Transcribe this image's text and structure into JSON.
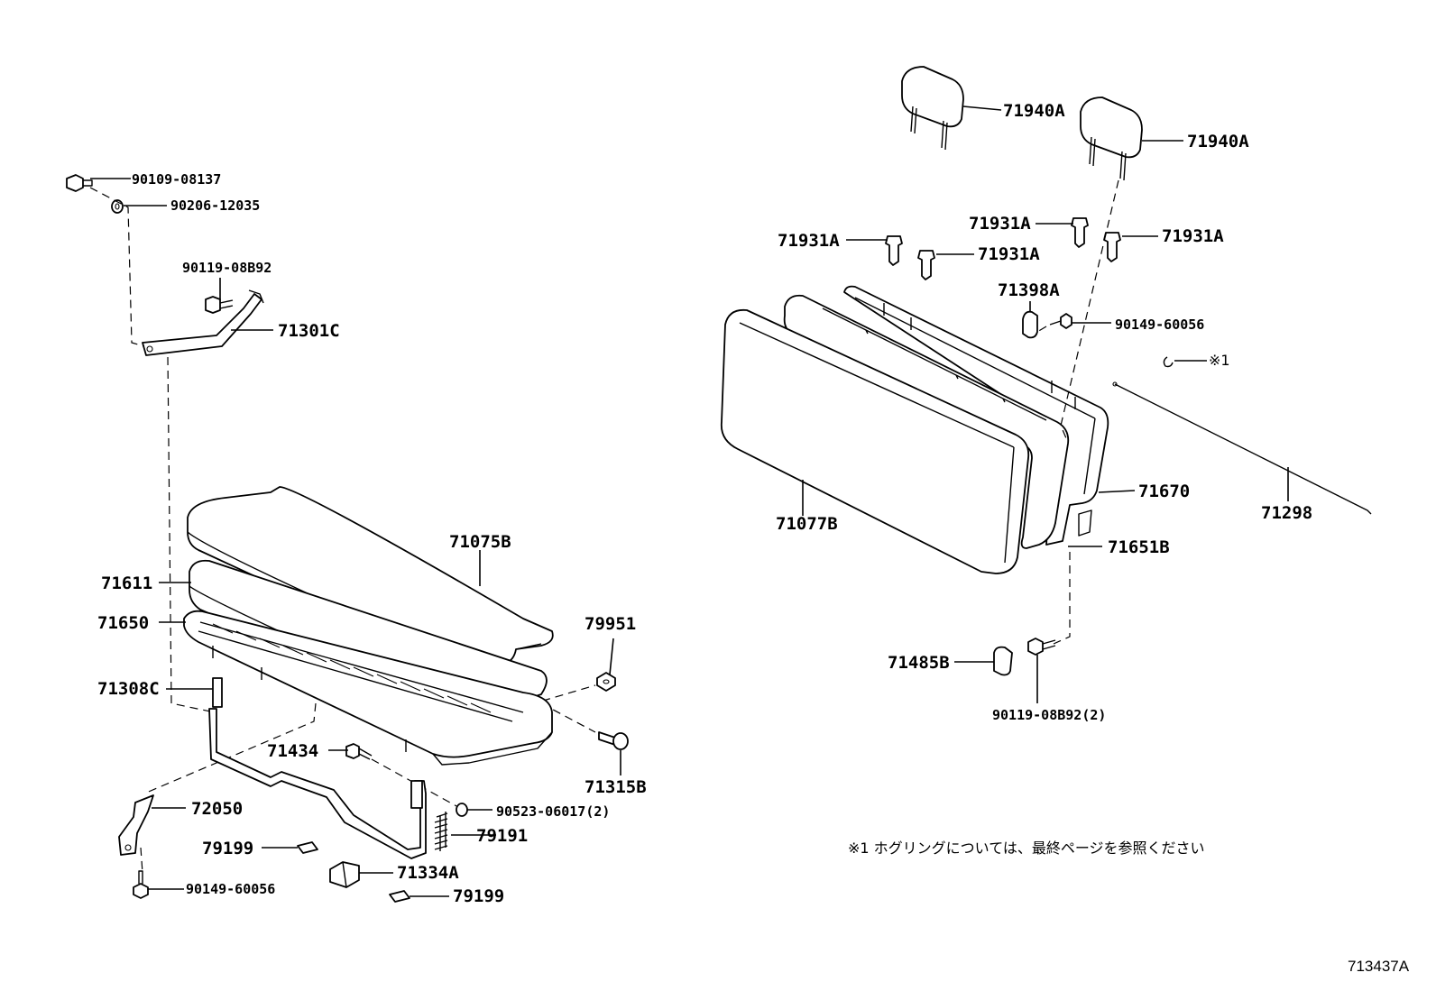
{
  "labels": {
    "p90109": "90109-08137",
    "p90206": "90206-12035",
    "p90119a": "90119-08B92",
    "p71301c": "71301C",
    "p71075b": "71075B",
    "p71611": "71611",
    "p71650": "71650",
    "p79951": "79951",
    "p71308c": "71308C",
    "p71434": "71434",
    "p71315b": "71315B",
    "p72050": "72050",
    "p90523": "90523-06017(2)",
    "p79199a": "79199",
    "p79191": "79191",
    "p71334a": "71334A",
    "p90149a": "90149-60056",
    "p79199b": "79199",
    "p71940a1": "71940A",
    "p71940a2": "71940A",
    "p71931a1": "71931A",
    "p71931a2": "71931A",
    "p71931a3": "71931A",
    "p71931a4": "71931A",
    "p71398a": "71398A",
    "p90149b": "90149-60056",
    "mark1": "※1",
    "p71670": "71670",
    "p71298": "71298",
    "p71077b": "71077B",
    "p71651b": "71651B",
    "p71485b": "71485B",
    "p90119b": "90119-08B92(2)"
  },
  "note": "※1 ホグリングについては、最終ページを参照ください",
  "ref_code": "713437A"
}
